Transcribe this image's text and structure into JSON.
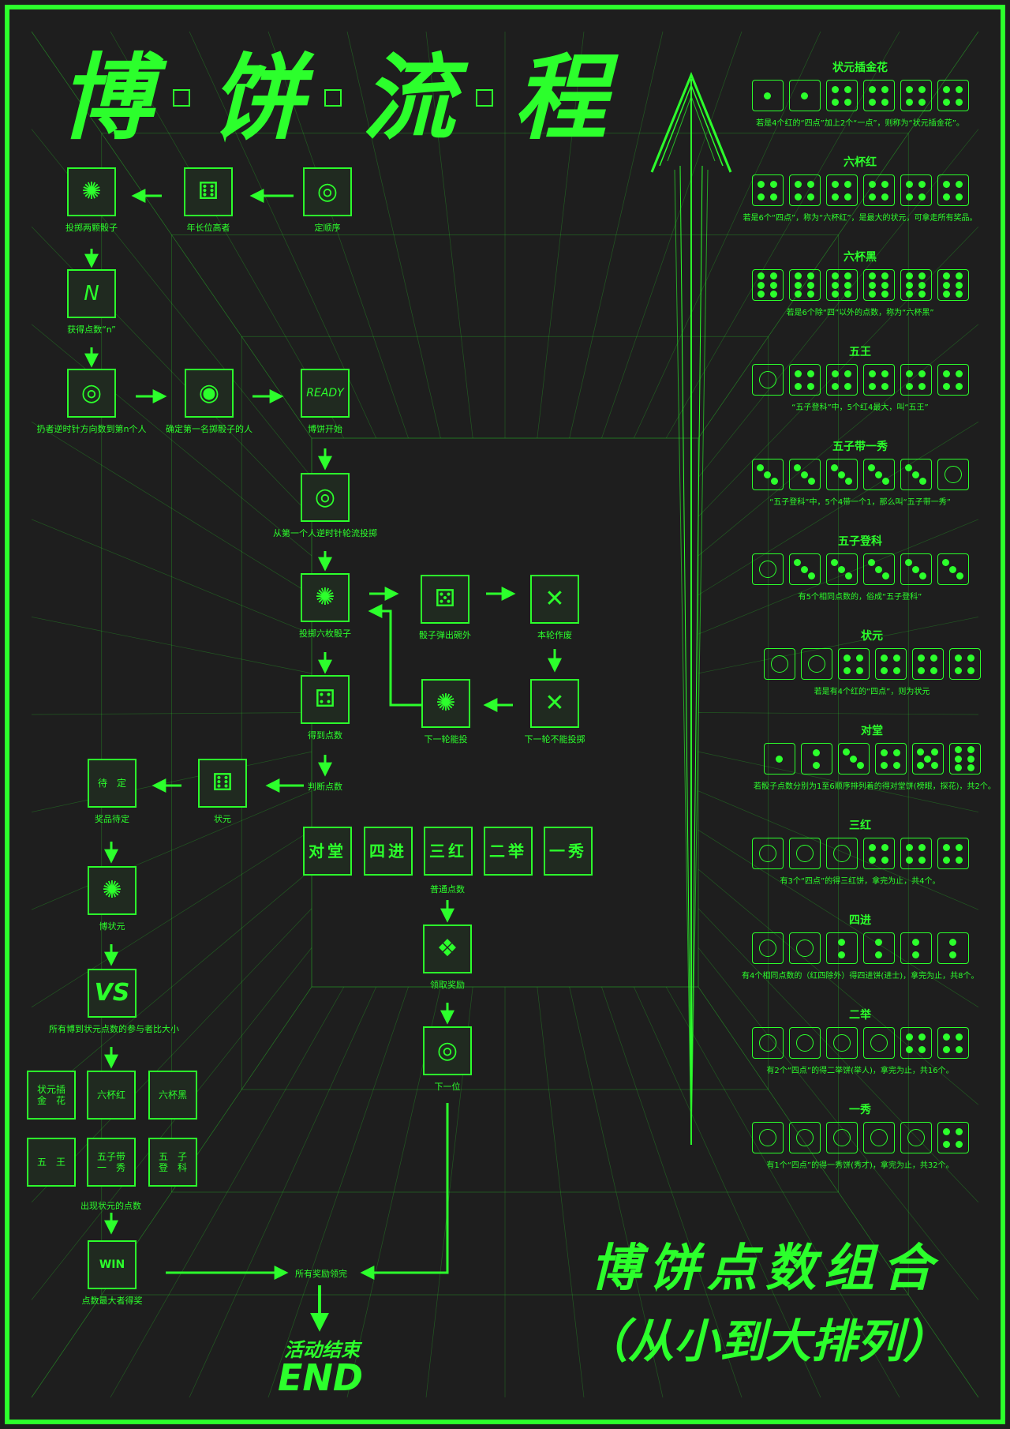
{
  "title": {
    "chars": [
      "博",
      "饼",
      "流",
      "程"
    ]
  },
  "flow_nodes": [
    {
      "id": "n1",
      "label": "定顺序",
      "icon": "round-table-icon"
    },
    {
      "id": "n2",
      "label": "年长位高者",
      "icon": "elder-icon"
    },
    {
      "id": "n3",
      "label": "投掷两颗骰子",
      "icon": "dice-throw-icon"
    },
    {
      "id": "n4",
      "label": "获得点数“n”",
      "icon": "dice-n-icon"
    },
    {
      "id": "n5",
      "label": "扔者逆时针方向数到第n个人",
      "icon": "round-table-icon"
    },
    {
      "id": "n6",
      "label": "确定第一名掷骰子的人",
      "icon": "person-icon"
    },
    {
      "id": "n7",
      "label": "博饼开始",
      "icon": "ready-icon"
    },
    {
      "id": "n8",
      "label": "从第一个人逆时针轮流投掷",
      "icon": "round-table-icon"
    },
    {
      "id": "n9",
      "label": "投掷六枚骰子",
      "icon": "dice-throw-icon"
    },
    {
      "id": "n10",
      "label": "骰子弹出碗外",
      "icon": "dice-out-icon"
    },
    {
      "id": "n11",
      "label": "本轮作废",
      "icon": "cancel-icon"
    },
    {
      "id": "n12",
      "label": "下一轮不能投掷",
      "icon": "cancel-icon"
    },
    {
      "id": "n13",
      "label": "下一轮能投",
      "icon": "dice-throw-icon"
    },
    {
      "id": "n14",
      "label": "得到点数",
      "icon": "dice-pile-icon"
    },
    {
      "id": "n15",
      "label": "判断点数",
      "icon": ""
    },
    {
      "id": "n16",
      "label": "状元",
      "icon": "dice-row-icon"
    },
    {
      "id": "n17",
      "label": "奖品待定",
      "icon": "pending-icon"
    },
    {
      "id": "n18",
      "label": "博状元",
      "icon": "dice-throw-icon"
    },
    {
      "id": "n19",
      "label": "所有博到状元点数的参与者比大小",
      "icon": "vs-icon"
    },
    {
      "id": "n20",
      "label": "出现状元的点数",
      "icon": ""
    },
    {
      "id": "n21",
      "label": "点数最大者得奖",
      "icon": "win-icon"
    },
    {
      "id": "n22",
      "label": "普通点数",
      "icon": ""
    },
    {
      "id": "n23",
      "label": "领取奖励",
      "icon": "gift-icon"
    },
    {
      "id": "n24",
      "label": "下一位",
      "icon": "round-table-icon"
    },
    {
      "id": "n25",
      "label": "所有奖励领完",
      "icon": ""
    }
  ],
  "box_texts": {
    "pending": "待　定",
    "ready": "READY",
    "n_letter": "N",
    "vs": "VS",
    "win": "WIN"
  },
  "normal_boxes": [
    "对堂",
    "四进",
    "三红",
    "二举",
    "一秀"
  ],
  "champion_boxes": [
    "状元插\n金　花",
    "六杯红",
    "六杯黑",
    "五　王",
    "五子带\n一　秀",
    "五　子\n登　科"
  ],
  "end": {
    "line1": "活动结束",
    "line2": "END"
  },
  "combos_title": "博饼点数组合",
  "combos_subtitle": "（从小到大排列）",
  "combos": [
    {
      "name": "状元插金花",
      "dice": [
        1,
        1,
        4,
        4,
        4,
        4
      ],
      "desc": "若是4个红的“四点”加上2个“一点”，则称为“状元插金花”。"
    },
    {
      "name": "六杯红",
      "dice": [
        4,
        4,
        4,
        4,
        4,
        4
      ],
      "desc": "若是6个“四点”，称为“六杯红”，是最大的状元，可拿走所有奖品。"
    },
    {
      "name": "六杯黑",
      "dice": [
        6,
        6,
        6,
        6,
        6,
        6
      ],
      "desc": "若是6个除“四”以外的点数，称为“六杯黑”"
    },
    {
      "name": "五王",
      "dice": [
        0,
        4,
        4,
        4,
        4,
        4
      ],
      "desc": "“五子登科”中，5个红4最大，叫“五王”"
    },
    {
      "name": "五子带一秀",
      "dice": [
        3,
        3,
        3,
        3,
        3,
        0
      ],
      "desc": "“五子登科”中，5个4带一个1，那么叫“五子带一秀”"
    },
    {
      "name": "五子登科",
      "dice": [
        0,
        3,
        3,
        3,
        3,
        3
      ],
      "desc": "有5个相同点数的，俗成“五子登科”"
    },
    {
      "name": "状元",
      "dice": [
        0,
        0,
        4,
        4,
        4,
        4
      ],
      "desc": "若是有4个红的“四点”，则为状元"
    },
    {
      "name": "对堂",
      "dice": [
        1,
        2,
        3,
        4,
        5,
        6
      ],
      "desc": "若骰子点数分别为1至6顺序排列着的得对堂饼(榜眼，探花)，共2个。"
    },
    {
      "name": "三红",
      "dice": [
        0,
        0,
        0,
        4,
        4,
        4
      ],
      "desc": "有3个“四点”的得三红饼，拿完为止，共4个。"
    },
    {
      "name": "四进",
      "dice": [
        0,
        0,
        2,
        2,
        2,
        2
      ],
      "desc": "有4个相同点数的（红四除外）得四进饼(进士)，拿完为止，共8个。"
    },
    {
      "name": "二举",
      "dice": [
        0,
        0,
        0,
        0,
        4,
        4
      ],
      "desc": "有2个“四点”的得二举饼(举人)，拿完为止，共16个。"
    },
    {
      "name": "一秀",
      "dice": [
        0,
        0,
        0,
        0,
        0,
        4
      ],
      "desc": "有1个“四点”的得一秀饼(秀才)，拿完为止，共32个。"
    }
  ],
  "colors": {
    "accent": "#2cff2c",
    "background": "#1e1e1e"
  }
}
